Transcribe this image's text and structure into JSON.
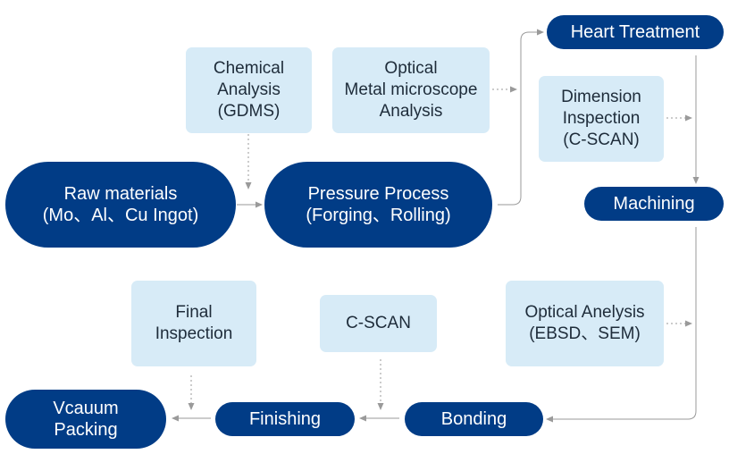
{
  "colors": {
    "main_fill": "#013c86",
    "check_fill": "#d7ebf7",
    "main_text": "#ffffff",
    "check_text": "#1e2c3a",
    "connector": "#9a9a9a"
  },
  "process": {
    "raw_materials": [
      "Raw materials",
      "(Mo、Al、Cu Ingot)"
    ],
    "pressure_process": [
      "Pressure Process",
      "(Forging、Rolling)"
    ],
    "heart_treatment": [
      "Heart Treatment"
    ],
    "machining": [
      "Machining"
    ],
    "bonding": [
      "Bonding"
    ],
    "finishing": [
      "Finishing"
    ],
    "vacuum_packing": [
      "Vcauum",
      "Packing"
    ]
  },
  "inspections": {
    "chemical_analysis": [
      "Chemical",
      "Analysis",
      "(GDMS)"
    ],
    "optical_metal_microscope": [
      "Optical",
      "Metal microscope",
      "Analysis"
    ],
    "dimension_inspection": [
      "Dimension",
      "Inspection",
      "(C-SCAN)"
    ],
    "optical_analysis": [
      "Optical Anelysis",
      "(EBSD、SEM)"
    ],
    "c_scan": [
      "C-SCAN"
    ],
    "final_inspection": [
      "Final",
      "Inspection"
    ]
  }
}
